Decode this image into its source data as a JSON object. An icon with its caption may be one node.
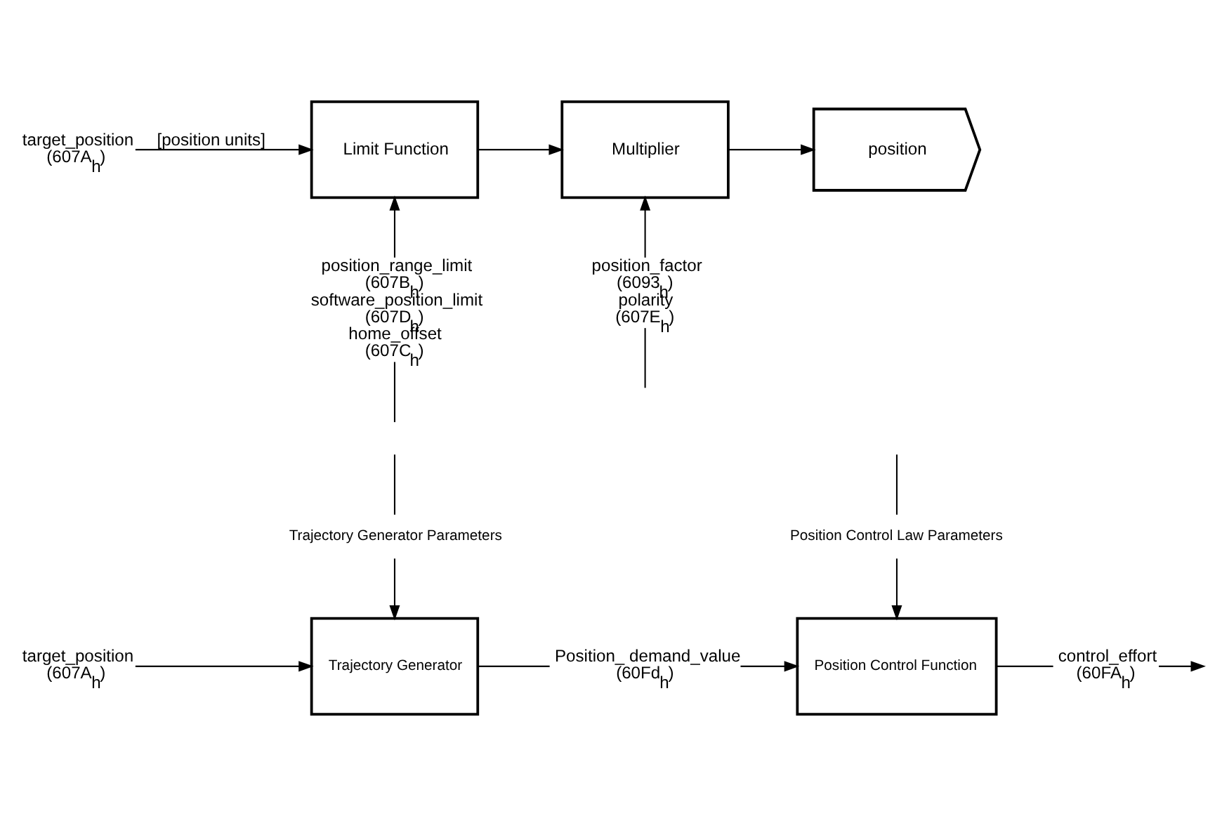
{
  "diagram": {
    "nodes": [
      {
        "text": [
          "Trajectory Generator Parameters"
        ]
      },
      {
        "text": [
          "Position Control Law Parameters"
        ]
      },
      {
        "text": [
          "target_position",
          "(607A$_{h}$)"
        ]
      },
      {
        "text": [
          "Trajectory Generator"
        ]
      },
      {
        "text": [
          "Position_ demand_value",
          "(60Fd$_{h}$)"
        ]
      },
      {
        "text": [
          "Position Control Function"
        ]
      },
      {
        "text": [
          "control_effort",
          "(60FA$_{h}$)"
        ]
      },
      {
        "text": [
          "target_position",
          "(607A$_{h}$)"
        ]
      },
      {
        "text": [
          "Limit Function"
        ]
      },
      {
        "text": [
          "Multiplier"
        ]
      },
      {
        "text": [
          "position"
        ]
      },
      {
        "text": [
          "position_range_limit",
          "(607B$_{h}$)",
          "software_position_limit",
          "(607D$_{h}$)",
          "home_offset",
          "(607C$_{h}$)"
        ]
      },
      {
        "text": [
          "position_factor",
          "(6093$_{h}$)",
          "polarity",
          "(607E$_{h}$)"
        ]
      }
    ],
    "edges": [
      {
        "from": null,
        "to": 0,
        "arrow": "none"
      },
      {
        "from": 0,
        "to": 3,
        "arrow": "to"
      },
      {
        "from": null,
        "to": 1,
        "arrow": "none"
      },
      {
        "from": 1,
        "to": 5,
        "arrow": "to"
      },
      {
        "from": 2,
        "to": 3,
        "arrow": "to"
      },
      {
        "from": 3,
        "to": 4,
        "arrow": "none"
      },
      {
        "from": 4,
        "to": 5,
        "arrow": "to"
      },
      {
        "from": 5,
        "to": 6,
        "arrow": "none"
      },
      {
        "from": 6,
        "to": null,
        "arrow": "to"
      },
      {
        "from": 7,
        "to": 8,
        "arrow": "to",
        "label": "[position units]"
      },
      {
        "from": 8,
        "to": 9,
        "arrow": "to"
      },
      {
        "from": 9,
        "to": 10,
        "arrow": "to"
      },
      {
        "from": 11,
        "to": 8,
        "arrow": "to"
      },
      {
        "from": null,
        "to": 11,
        "arrow": "none"
      },
      {
        "from": 12,
        "to": 9,
        "arrow": "to"
      },
      {
        "from": null,
        "to": 12,
        "arrow": "none"
      }
    ]
  }
}
